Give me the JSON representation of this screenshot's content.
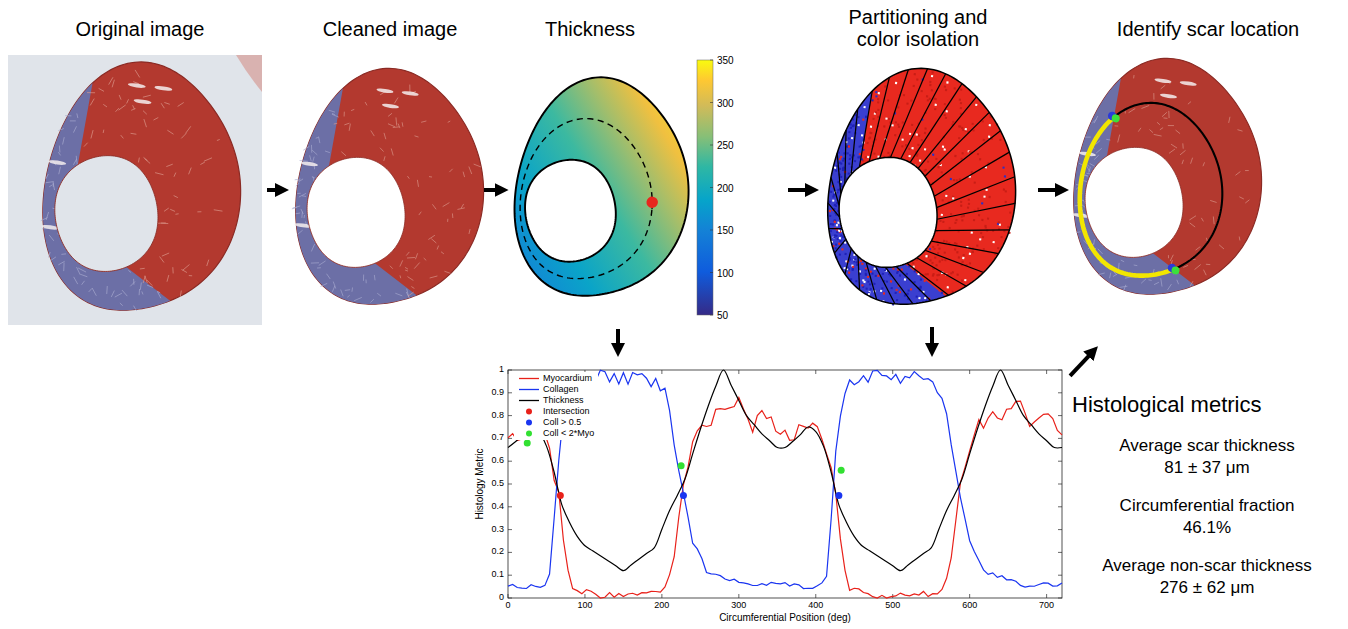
{
  "diagram": {
    "nodes": [
      {
        "text": [
          "Original image"
        ]
      },
      {
        "text": [
          "Cleaned image"
        ]
      },
      {
        "text": [
          "Thickness"
        ]
      },
      {
        "text": [
          "Partitioning and color isolation"
        ]
      },
      {
        "text": [
          "Identify scar location"
        ]
      },
      {
        "text": [
          "Histology Metric",
          "Circumferential Position (deg)"
        ]
      }
    ],
    "edges": [
      {
        "from": 0,
        "to": 1,
        "arrow": "to"
      },
      {
        "from": 1,
        "to": 2,
        "arrow": "to"
      },
      {
        "from": 2,
        "to": 3,
        "arrow": "to"
      },
      {
        "from": 3,
        "to": 4,
        "arrow": "to"
      },
      {
        "from": 2,
        "to": 5,
        "arrow": "to"
      },
      {
        "from": 3,
        "to": 5,
        "arrow": "to"
      },
      {
        "from": 5,
        "to": 4,
        "arrow": "to"
      }
    ],
    "labels": [
      "350",
      "300",
      "250",
      "200",
      "150",
      "100",
      "50",
      "0",
      "0.1",
      "0.2",
      "0.3",
      "0.4",
      "0.5",
      "0.6",
      "0.7",
      "0.8",
      "0.9",
      "1",
      "0",
      "100",
      "200",
      "300",
      "400",
      "500",
      "600",
      "700",
      "Histological metrics",
      "Average scar thickness",
      "81 ± 37 μm",
      "Circumferential fraction",
      "46.1%",
      "Average non-scar thickness",
      "276 ± 62 μm"
    ],
    "legend": [
      {
        "text": "Myocardium"
      },
      {
        "text": "Collagen"
      },
      {
        "text": "Thickness"
      },
      {
        "text": "Intersection"
      },
      {
        "text": "Coll > 0.5"
      },
      {
        "text": "Coll < 2*Myo"
      }
    ]
  }
}
